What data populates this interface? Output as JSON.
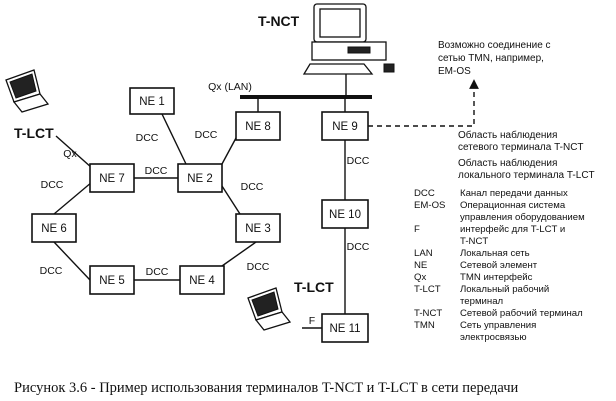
{
  "diagram": {
    "nodes": [
      {
        "id": "ne1",
        "label": "NE 1"
      },
      {
        "id": "ne2",
        "label": "NE 2"
      },
      {
        "id": "ne3",
        "label": "NE 3"
      },
      {
        "id": "ne4",
        "label": "NE 4"
      },
      {
        "id": "ne5",
        "label": "NE 5"
      },
      {
        "id": "ne6",
        "label": "NE 6"
      },
      {
        "id": "ne7",
        "label": "NE 7"
      },
      {
        "id": "ne8",
        "label": "NE 8"
      },
      {
        "id": "ne9",
        "label": "NE 9"
      },
      {
        "id": "ne10",
        "label": "NE 10"
      },
      {
        "id": "ne11",
        "label": "NE 11"
      }
    ],
    "edges": [
      {
        "from": "ne7",
        "to": "ne2",
        "label": "DCC"
      },
      {
        "from": "ne2",
        "to": "ne8",
        "label": "DCC"
      },
      {
        "from": "ne1",
        "to": "ne2",
        "label": "DCC"
      },
      {
        "from": "ne2",
        "to": "ne3",
        "label": "DCC"
      },
      {
        "from": "ne3",
        "to": "ne4",
        "label": "DCC"
      },
      {
        "from": "ne4",
        "to": "ne5",
        "label": "DCC"
      },
      {
        "from": "ne5",
        "to": "ne6",
        "label": "DCC"
      },
      {
        "from": "ne6",
        "to": "ne7",
        "label": "DCC"
      },
      {
        "from": "ne9",
        "to": "ne10",
        "label": "DCC"
      },
      {
        "from": "ne10",
        "to": "ne11",
        "label": "DCC"
      },
      {
        "from": "tlct_top",
        "to": "ne7",
        "label": "Qx"
      },
      {
        "from": "tlct_bottom",
        "to": "ne11",
        "label": "F"
      },
      {
        "from": "tnct",
        "to": "lan",
        "label": "Qx (LAN)"
      }
    ],
    "terminals": {
      "tnct": "T-NCT",
      "tlct_top": "T-LCT",
      "tlct_bottom": "T-LCT"
    },
    "notes": {
      "tmn": [
        "Возможно соединение с",
        "сетью TMN, например,",
        "EM-OS"
      ],
      "network_area": [
        "Область наблюдения",
        "сетевого терминала T-NCT"
      ],
      "local_area": [
        "Область наблюдения",
        "локального терминала T-LCT"
      ]
    }
  },
  "legend": [
    {
      "key": "DCC",
      "lines": [
        "Канал передачи данных"
      ]
    },
    {
      "key": "EM-OS",
      "lines": [
        "Операционная система",
        "управления оборудованием"
      ]
    },
    {
      "key": "F",
      "lines": [
        "интерфейс для T-LCT и",
        "T-NCT"
      ]
    },
    {
      "key": "LAN",
      "lines": [
        "Локальная сеть"
      ]
    },
    {
      "key": "NE",
      "lines": [
        "Сетевой элемент"
      ]
    },
    {
      "key": "Qx",
      "lines": [
        "TMN интерфейс"
      ]
    },
    {
      "key": "T-LCT",
      "lines": [
        "Локальный рабочий",
        "терминал"
      ]
    },
    {
      "key": "T-NCT",
      "lines": [
        "Сетевой рабочий терминал"
      ]
    },
    {
      "key": "TMN",
      "lines": [
        "Сеть управления",
        "электросвязью"
      ]
    }
  ],
  "caption": "Рисунок 3.6 - Пример использования терминалов T-NCT и T-LCT в сети передачи"
}
